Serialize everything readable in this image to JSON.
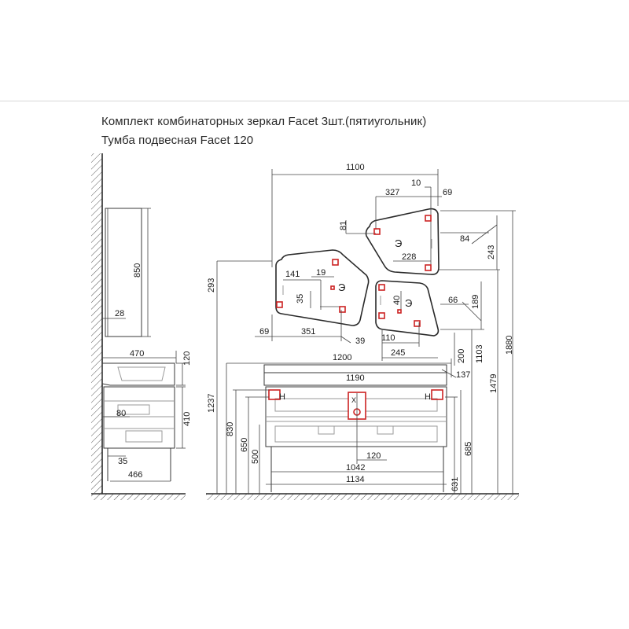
{
  "titles": {
    "line1": "Комплект комбинаторных зеркал Facet  3шт.(пятиугольник)",
    "line2": "Тумба подвесная Facet 120"
  },
  "symbols": {
    "socket": "Э",
    "hot": "Н",
    "cold": "Х"
  },
  "dimensions": {
    "side_850": "850",
    "side_28": "28",
    "side_470": "470",
    "side_120": "120",
    "side_410": "410",
    "side_80": "80",
    "side_35": "35",
    "side_466": "466",
    "mirror_1100": "1100",
    "mirror_327": "327",
    "mirror_10": "10",
    "mirror_69_top": "69",
    "mirror_81": "81",
    "mirror_84": "84",
    "mirror_228": "228",
    "mirror_243": "243",
    "mirror_293": "293",
    "mirror_141": "141",
    "mirror_19": "19",
    "mirror_35": "35",
    "mirror_40": "40",
    "mirror_66": "66",
    "mirror_189": "189",
    "mirror_69_left": "69",
    "mirror_351": "351",
    "mirror_39": "39",
    "mirror_110": "110",
    "mirror_245": "245",
    "mirror_200": "200",
    "mirror_1103": "1103",
    "mirror_1479": "1479",
    "mirror_1880": "1880",
    "cab_1200": "1200",
    "cab_137": "137",
    "cab_1190": "1190",
    "cab_1237": "1237",
    "cab_830": "830",
    "cab_650": "650",
    "cab_500": "500",
    "cab_120": "120",
    "cab_1042": "1042",
    "cab_1134": "1134",
    "cab_631": "631",
    "cab_685": "685"
  }
}
